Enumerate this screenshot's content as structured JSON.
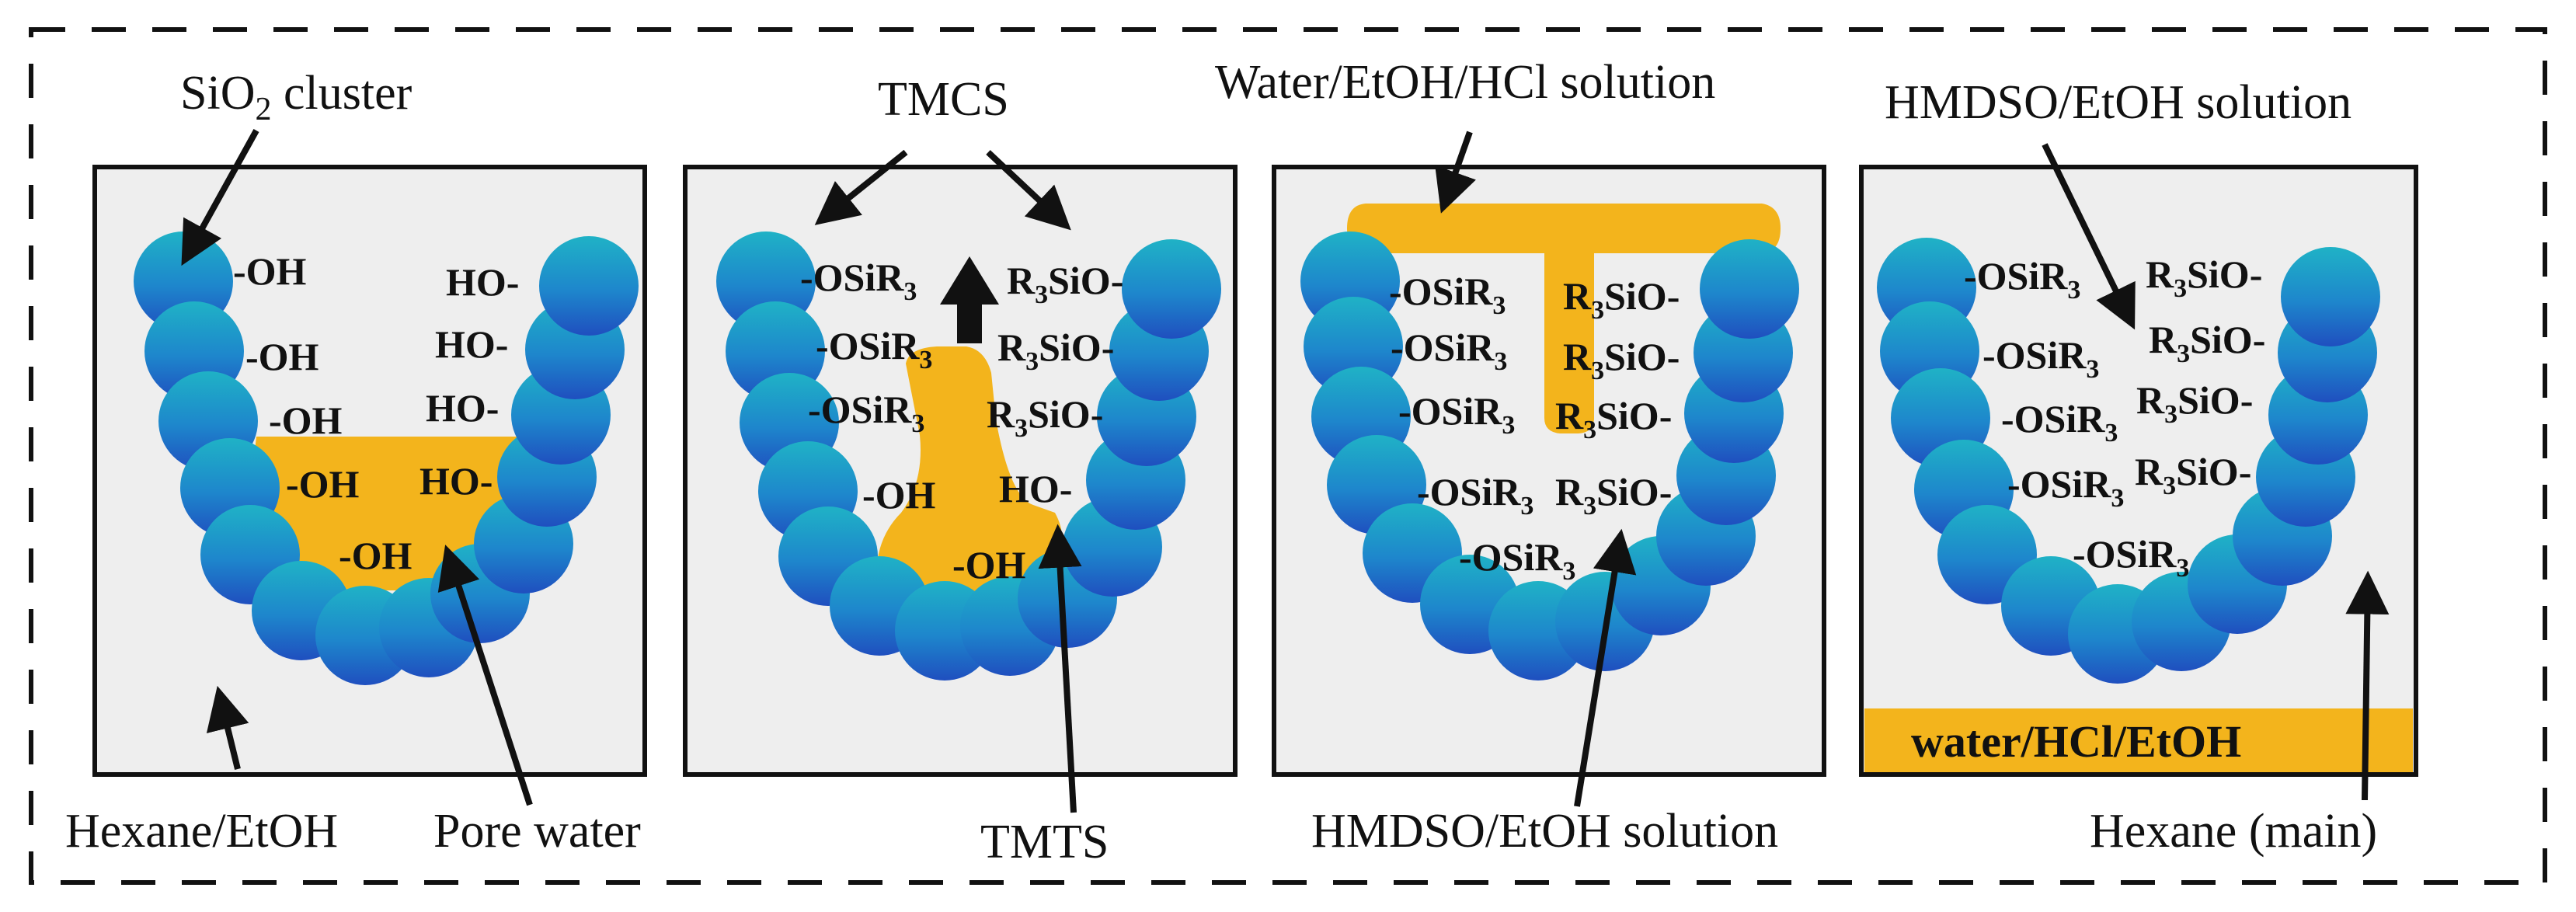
{
  "colors": {
    "panel_fill": "#eeeeee",
    "frame": "#111111",
    "liquid": "#f3b41c",
    "sphere_top": "#1fb2c6",
    "sphere_bottom": "#1f4fbf"
  },
  "labels": {
    "sio2_cluster": "SiO",
    "sio2_sub": "2",
    "sio2_rest": " cluster",
    "hexane_etoh": "Hexane/EtOH",
    "pore_water": "Pore water",
    "tmcs": "TMCS",
    "tmts": "TMTS",
    "water_etoh_hcl": "Water/EtOH/HCl solution",
    "hmdso_etoh_bottom": "HMDSO/EtOH  solution",
    "hmdso_etoh_top": "HMDSO/EtOH  solution",
    "hexane_main": "Hexane (main)",
    "water_hcl_etoh_bar": "water/HCl/EtOH"
  },
  "groups": {
    "oh_left": "-OH",
    "oh_right": "HO-",
    "osir3_pre": "-OSiR",
    "osir3_sub": "3",
    "r3sio_pre": "R",
    "r3sio_sub": "3",
    "r3sio_post": "SiO-"
  }
}
